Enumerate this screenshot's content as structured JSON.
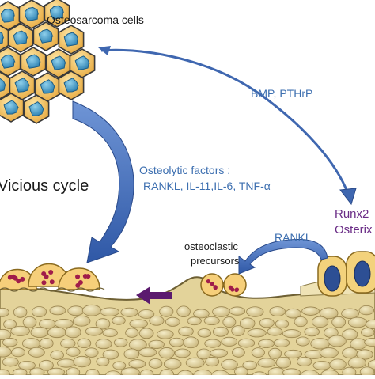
{
  "labels": {
    "cells": "Osteosarcoma cells",
    "bmp": "BMP, PTHrP",
    "vicious": "Vicious cycle",
    "osteolytic_line1": "Osteolytic factors :",
    "osteolytic_line2": "RANKL, IL-11,IL-6, TNF-α",
    "runx": "Runx2",
    "osterix": "Osterix",
    "rankl": "RANKL",
    "precursors_line1": "osteoclastic",
    "precursors_line2": "precursors"
  },
  "colors": {
    "blue_arrow": "#3f67b0",
    "label_blue": "#3d6fb0",
    "label_purple": "#6a2c86",
    "cell_fill": "#f2c25e",
    "cell_nucleus": "#3f94c2",
    "bone": "#e6d9a8",
    "osteoclast": "#f6cf7a",
    "granule": "#a01d4a",
    "osteoblast_nucleus": "#2d4f94",
    "resorption_arrow": "#5b1a6e"
  }
}
